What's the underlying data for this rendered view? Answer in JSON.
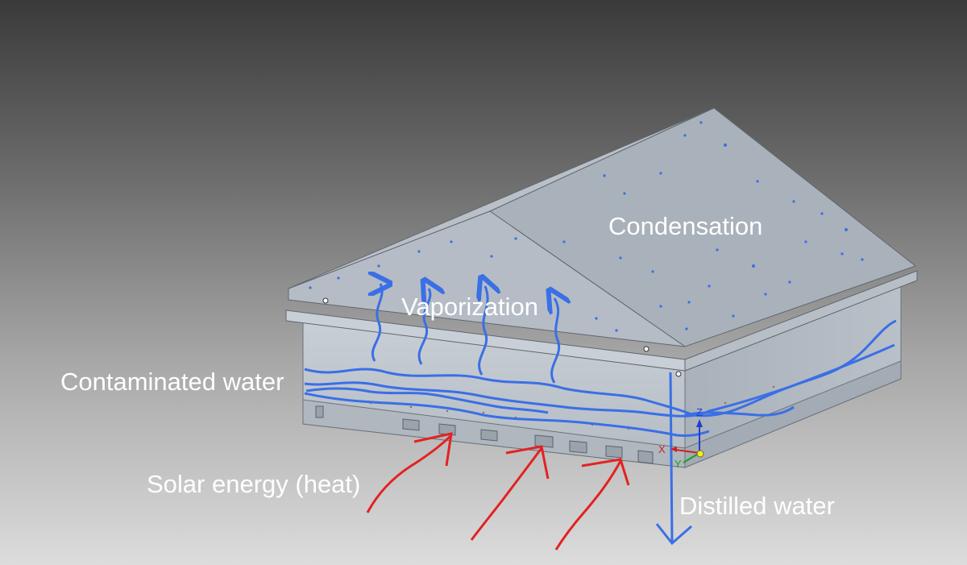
{
  "labels": {
    "condensation": "Condensation",
    "vaporization": "Vaporization",
    "contaminated_water": "Contaminated water",
    "solar_energy": "Solar energy (heat)",
    "distilled_water": "Distilled water"
  },
  "axis_triad": {
    "x": "X",
    "y": "Y",
    "z": "Z"
  },
  "colors": {
    "background_top": "#3a3a3a",
    "background_bottom": "#dcdcdc",
    "box_body": "#bec5cc",
    "roof_left": "#b2bac3",
    "roof_right": "#a9b1ba",
    "water_lines": "#3a6fe6",
    "heat_arrows": "#e32222",
    "label_text": "#ffffff"
  }
}
